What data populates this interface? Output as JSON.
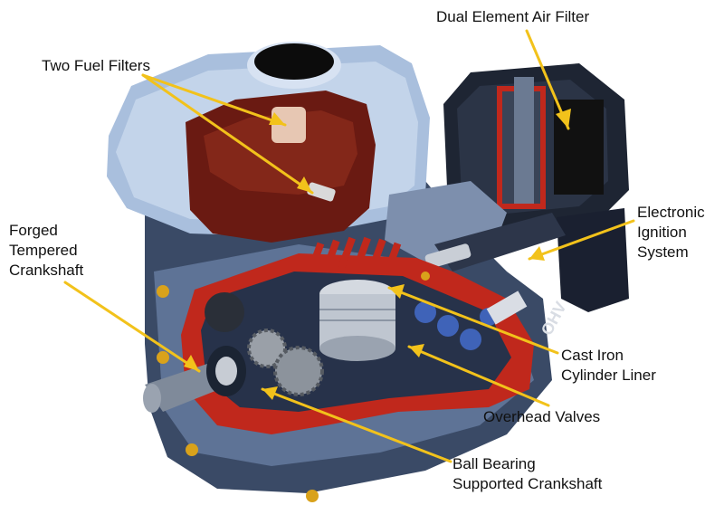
{
  "labels": {
    "air_filter": "Dual Element Air Filter",
    "fuel_filters": "Two Fuel Filters",
    "crankshaft": [
      "Forged",
      "Tempered",
      "Crankshaft"
    ],
    "ignition": [
      "Electronic",
      "Ignition",
      "System"
    ],
    "cylinder_liner": [
      "Cast Iron",
      "Cylinder Liner"
    ],
    "valves": "Overhead Valves",
    "ball_bearing": [
      "Ball Bearing",
      "Supported Crankshaft"
    ]
  },
  "engine_badge": "OHV",
  "colors": {
    "leader_line": "#f2c21b",
    "cutaway_red": "#c0281c",
    "tank_interior": "#6a1a12",
    "housing_blue": "#9fb6d6",
    "engine_dark": "#1b2433"
  }
}
